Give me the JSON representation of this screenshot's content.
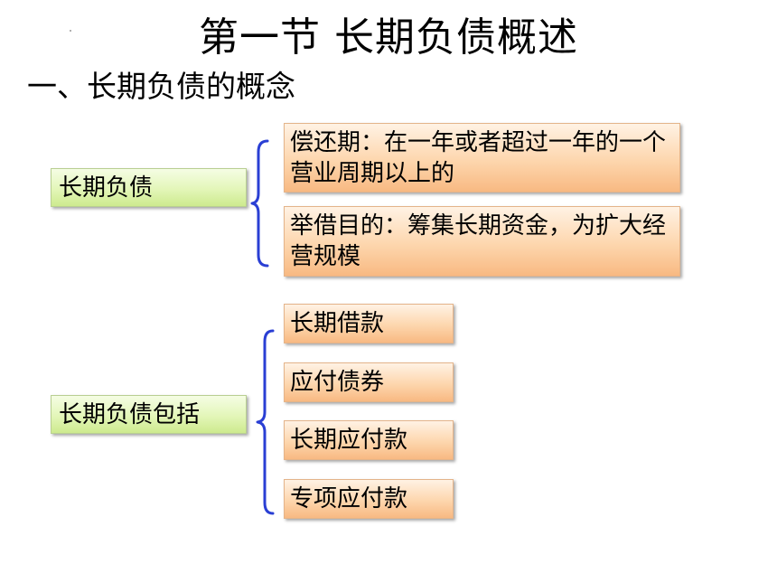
{
  "slide": {
    "title": "第一节  长期负债概述",
    "section_heading": "一、长期负债的概念"
  },
  "concept": {
    "label": "长期负债",
    "items": [
      "偿还期：在一年或者超过一年的一个营业周期以上的",
      "举借目的：筹集长期资金，为扩大经营规模"
    ]
  },
  "includes": {
    "label": "长期负债包括",
    "items": [
      "长期借款",
      "应付债券",
      "长期应付款",
      "专项应付款"
    ]
  },
  "colors": {
    "brace": "#2a3fd4",
    "green_box": "#e3f6b8",
    "orange_box": "#fdd6ad"
  }
}
